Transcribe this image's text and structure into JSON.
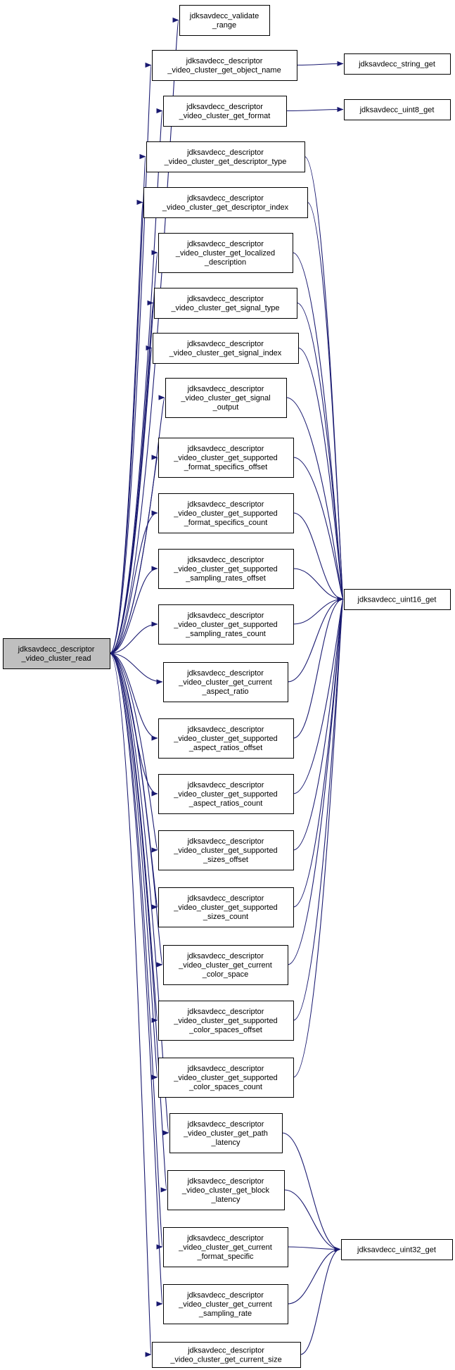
{
  "diagram": {
    "root": {
      "id": "root",
      "lines": [
        "jdksavdecc_descriptor",
        "_video_cluster_read"
      ],
      "fill": "#bfbfbf"
    },
    "middle": [
      {
        "id": "validate_range",
        "lines": [
          "jdksavdecc_validate",
          "_range"
        ]
      },
      {
        "id": "get_object_name",
        "lines": [
          "jdksavdecc_descriptor",
          "_video_cluster_get_object_name"
        ]
      },
      {
        "id": "get_format",
        "lines": [
          "jdksavdecc_descriptor",
          "_video_cluster_get_format"
        ]
      },
      {
        "id": "get_descriptor_type",
        "lines": [
          "jdksavdecc_descriptor",
          "_video_cluster_get_descriptor_type"
        ]
      },
      {
        "id": "get_descriptor_index",
        "lines": [
          "jdksavdecc_descriptor",
          "_video_cluster_get_descriptor_index"
        ]
      },
      {
        "id": "get_localized_description",
        "lines": [
          "jdksavdecc_descriptor",
          "_video_cluster_get_localized",
          "_description"
        ]
      },
      {
        "id": "get_signal_type",
        "lines": [
          "jdksavdecc_descriptor",
          "_video_cluster_get_signal_type"
        ]
      },
      {
        "id": "get_signal_index",
        "lines": [
          "jdksavdecc_descriptor",
          "_video_cluster_get_signal_index"
        ]
      },
      {
        "id": "get_signal_output",
        "lines": [
          "jdksavdecc_descriptor",
          "_video_cluster_get_signal",
          "_output"
        ]
      },
      {
        "id": "get_supported_format_specifics_offset",
        "lines": [
          "jdksavdecc_descriptor",
          "_video_cluster_get_supported",
          "_format_specifics_offset"
        ]
      },
      {
        "id": "get_supported_format_specifics_count",
        "lines": [
          "jdksavdecc_descriptor",
          "_video_cluster_get_supported",
          "_format_specifics_count"
        ]
      },
      {
        "id": "get_supported_sampling_rates_offset",
        "lines": [
          "jdksavdecc_descriptor",
          "_video_cluster_get_supported",
          "_sampling_rates_offset"
        ]
      },
      {
        "id": "get_supported_sampling_rates_count",
        "lines": [
          "jdksavdecc_descriptor",
          "_video_cluster_get_supported",
          "_sampling_rates_count"
        ]
      },
      {
        "id": "get_current_aspect_ratio",
        "lines": [
          "jdksavdecc_descriptor",
          "_video_cluster_get_current",
          "_aspect_ratio"
        ]
      },
      {
        "id": "get_supported_aspect_ratios_offset",
        "lines": [
          "jdksavdecc_descriptor",
          "_video_cluster_get_supported",
          "_aspect_ratios_offset"
        ]
      },
      {
        "id": "get_supported_aspect_ratios_count",
        "lines": [
          "jdksavdecc_descriptor",
          "_video_cluster_get_supported",
          "_aspect_ratios_count"
        ]
      },
      {
        "id": "get_supported_sizes_offset",
        "lines": [
          "jdksavdecc_descriptor",
          "_video_cluster_get_supported",
          "_sizes_offset"
        ]
      },
      {
        "id": "get_supported_sizes_count",
        "lines": [
          "jdksavdecc_descriptor",
          "_video_cluster_get_supported",
          "_sizes_count"
        ]
      },
      {
        "id": "get_current_color_space",
        "lines": [
          "jdksavdecc_descriptor",
          "_video_cluster_get_current",
          "_color_space"
        ]
      },
      {
        "id": "get_supported_color_spaces_offset",
        "lines": [
          "jdksavdecc_descriptor",
          "_video_cluster_get_supported",
          "_color_spaces_offset"
        ]
      },
      {
        "id": "get_supported_color_spaces_count",
        "lines": [
          "jdksavdecc_descriptor",
          "_video_cluster_get_supported",
          "_color_spaces_count"
        ]
      },
      {
        "id": "get_path_latency",
        "lines": [
          "jdksavdecc_descriptor",
          "_video_cluster_get_path",
          "_latency"
        ]
      },
      {
        "id": "get_block_latency",
        "lines": [
          "jdksavdecc_descriptor",
          "_video_cluster_get_block",
          "_latency"
        ]
      },
      {
        "id": "get_current_format_specific",
        "lines": [
          "jdksavdecc_descriptor",
          "_video_cluster_get_current",
          "_format_specific"
        ]
      },
      {
        "id": "get_current_sampling_rate",
        "lines": [
          "jdksavdecc_descriptor",
          "_video_cluster_get_current",
          "_sampling_rate"
        ]
      },
      {
        "id": "get_current_size",
        "lines": [
          "jdksavdecc_descriptor",
          "_video_cluster_get_current_size"
        ]
      }
    ],
    "leaves": [
      {
        "id": "string_get",
        "lines": [
          "jdksavdecc_string_get"
        ]
      },
      {
        "id": "uint8_get",
        "lines": [
          "jdksavdecc_uint8_get"
        ]
      },
      {
        "id": "uint16_get",
        "lines": [
          "jdksavdecc_uint16_get"
        ]
      },
      {
        "id": "uint32_get",
        "lines": [
          "jdksavdecc_uint32_get"
        ]
      }
    ],
    "edges": [
      [
        "get_object_name",
        "string_get"
      ],
      [
        "get_format",
        "uint8_get"
      ],
      [
        "get_descriptor_type",
        "uint16_get"
      ],
      [
        "get_descriptor_index",
        "uint16_get"
      ],
      [
        "get_localized_description",
        "uint16_get"
      ],
      [
        "get_signal_type",
        "uint16_get"
      ],
      [
        "get_signal_index",
        "uint16_get"
      ],
      [
        "get_signal_output",
        "uint16_get"
      ],
      [
        "get_supported_format_specifics_offset",
        "uint16_get"
      ],
      [
        "get_supported_format_specifics_count",
        "uint16_get"
      ],
      [
        "get_supported_sampling_rates_offset",
        "uint16_get"
      ],
      [
        "get_supported_sampling_rates_count",
        "uint16_get"
      ],
      [
        "get_current_aspect_ratio",
        "uint16_get"
      ],
      [
        "get_supported_aspect_ratios_offset",
        "uint16_get"
      ],
      [
        "get_supported_aspect_ratios_count",
        "uint16_get"
      ],
      [
        "get_supported_sizes_offset",
        "uint16_get"
      ],
      [
        "get_supported_sizes_count",
        "uint16_get"
      ],
      [
        "get_current_color_space",
        "uint16_get"
      ],
      [
        "get_supported_color_spaces_offset",
        "uint16_get"
      ],
      [
        "get_supported_color_spaces_count",
        "uint16_get"
      ],
      [
        "get_path_latency",
        "uint32_get"
      ],
      [
        "get_block_latency",
        "uint32_get"
      ],
      [
        "get_current_format_specific",
        "uint32_get"
      ],
      [
        "get_current_sampling_rate",
        "uint32_get"
      ],
      [
        "get_current_size",
        "uint32_get"
      ]
    ],
    "edge_color": "#191970"
  }
}
